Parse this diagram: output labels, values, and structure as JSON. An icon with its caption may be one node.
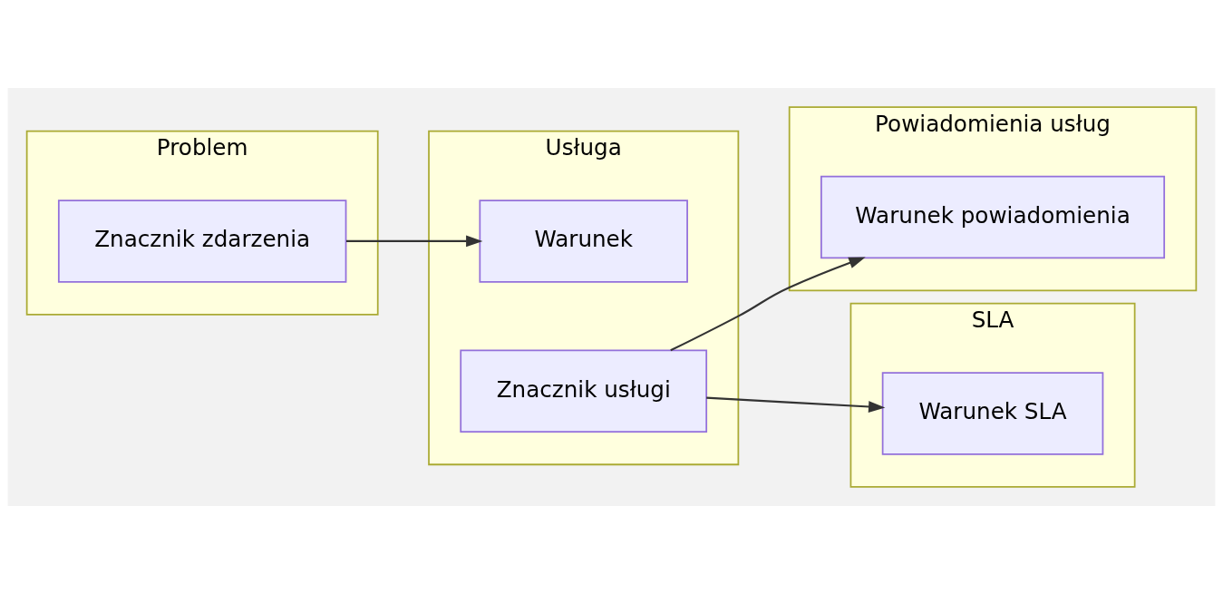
{
  "diagram": {
    "nodes": [
      {
        "text": [
          "Problem"
        ]
      },
      {
        "text": [
          "Znacznik zdarzenia"
        ],
        "in": 0
      },
      {
        "text": [
          "Usługa"
        ]
      },
      {
        "text": [
          "Warunek"
        ],
        "in": 2
      },
      {
        "text": [
          "Znacznik usługi"
        ],
        "in": 2
      },
      {
        "text": [
          "Powiadomienia usług"
        ]
      },
      {
        "text": [
          "Warunek powiadomienia"
        ],
        "in": 5
      },
      {
        "text": [
          "SLA"
        ]
      },
      {
        "text": [
          "Warunek SLA"
        ],
        "in": 7
      }
    ],
    "edges": [
      {
        "from": 1,
        "to": 3,
        "arrow": "to"
      },
      {
        "from": 4,
        "to": 6,
        "arrow": "to"
      },
      {
        "from": 4,
        "to": 8,
        "arrow": "to"
      }
    ]
  }
}
